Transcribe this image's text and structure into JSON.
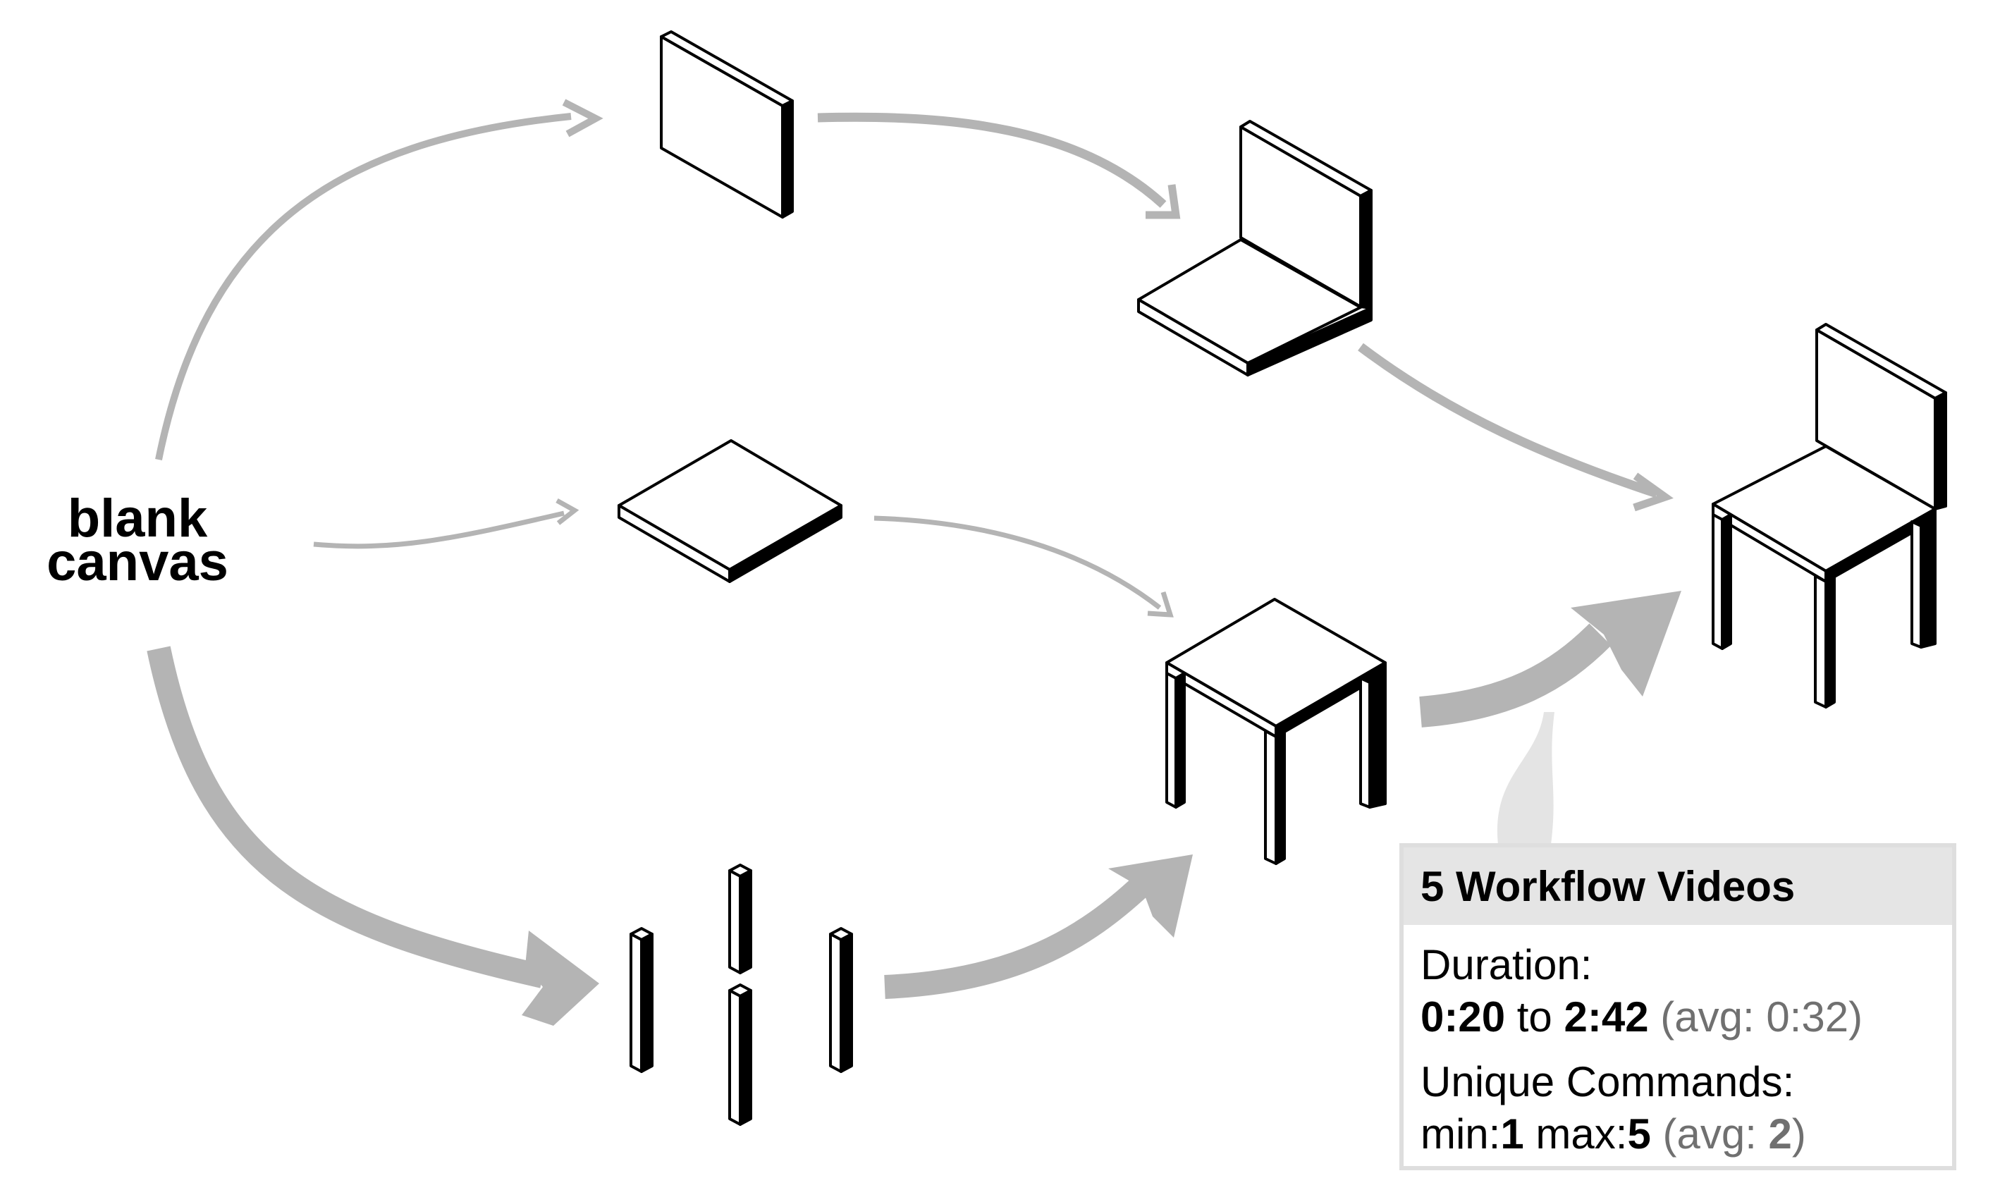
{
  "start_label": {
    "line1": "blank",
    "line2": "canvas"
  },
  "info_box": {
    "title": "5 Workflow Videos",
    "duration": {
      "label": "Duration:",
      "min": "0:20",
      "sep": "to",
      "max": "2:42",
      "avg_prefix": "(avg: ",
      "avg_value": "0:32",
      "avg_suffix": ")"
    },
    "commands": {
      "label": "Unique Commands:",
      "min_prefix": "min:",
      "min": "1",
      "max_prefix": "max:",
      "max": "5",
      "avg_prefix": "(avg: ",
      "avg_value": "2",
      "avg_suffix": ")"
    }
  },
  "colors": {
    "arrow": "#b4b4b4",
    "ink": "#000000",
    "box_border": "#dedede",
    "box_header": "#e5e5e5"
  }
}
